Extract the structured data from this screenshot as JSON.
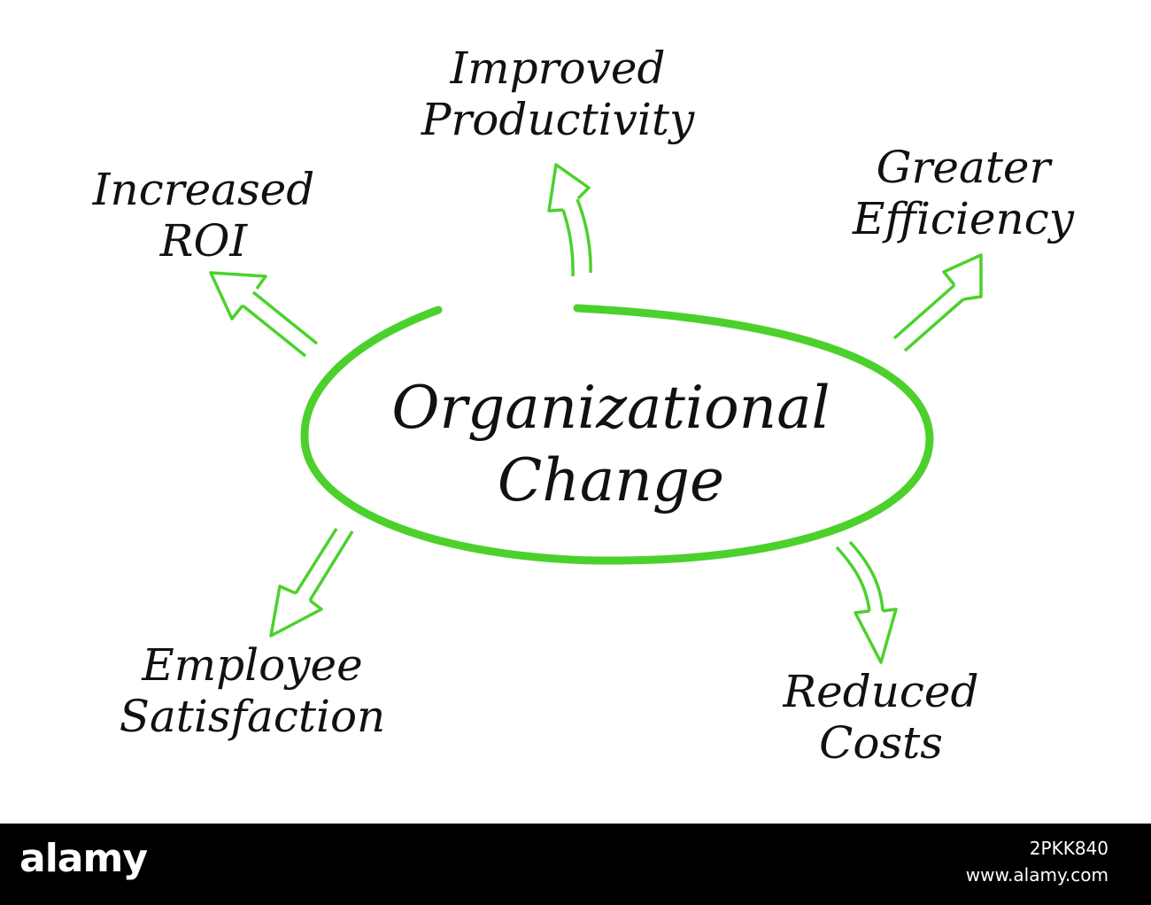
{
  "diagram": {
    "center": {
      "line1": "Organizational",
      "line2": "Change"
    },
    "outcomes": [
      {
        "line1": "Improved",
        "line2": "Productivity"
      },
      {
        "line1": "Increased",
        "line2": "ROI"
      },
      {
        "line1": "Greater",
        "line2": "Efficiency"
      },
      {
        "line1": "Employee",
        "line2": "Satisfaction"
      },
      {
        "line1": "Reduced",
        "line2": "Costs"
      }
    ],
    "accent_color": "#4cd12c"
  },
  "footer": {
    "logo": "alamy",
    "image_id": "2PKK840",
    "site": "www.alamy.com"
  }
}
